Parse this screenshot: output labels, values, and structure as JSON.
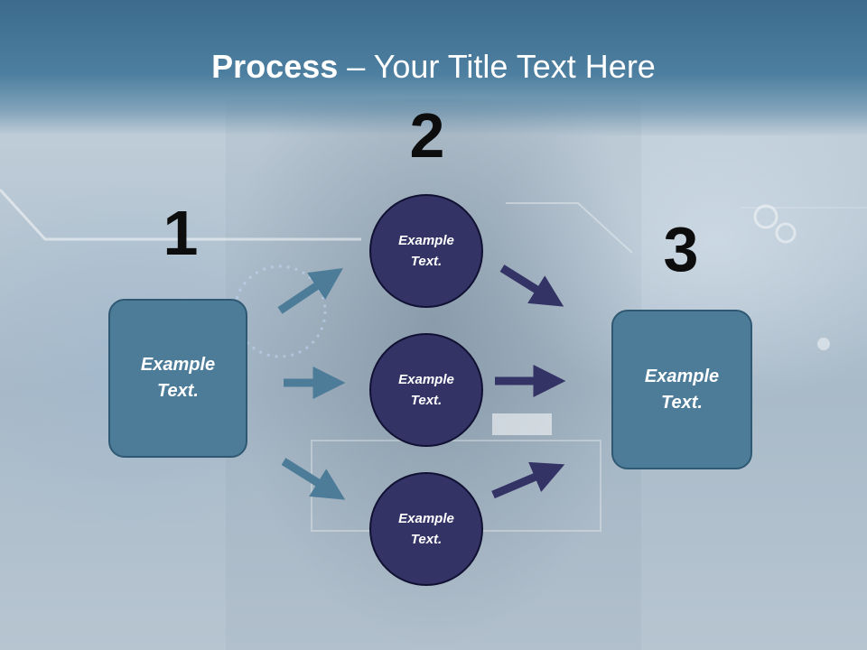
{
  "title": {
    "strong": "Process",
    "rest": " – Your Title Text Here"
  },
  "steps": [
    {
      "number": "1",
      "box_text": "Example\nText."
    },
    {
      "number": "2",
      "circles": [
        "Example\nText.",
        "Example\nText.",
        "Example\nText."
      ]
    },
    {
      "number": "3",
      "box_text": "Example\nText."
    }
  ],
  "colors": {
    "header": "#4d7fa0",
    "box_fill": "#4d7c99",
    "circle_fill": "#333366",
    "arrow_light": "#4d7c99",
    "arrow_dark": "#333366"
  },
  "background_image": "business-man-touching-digital-interface"
}
